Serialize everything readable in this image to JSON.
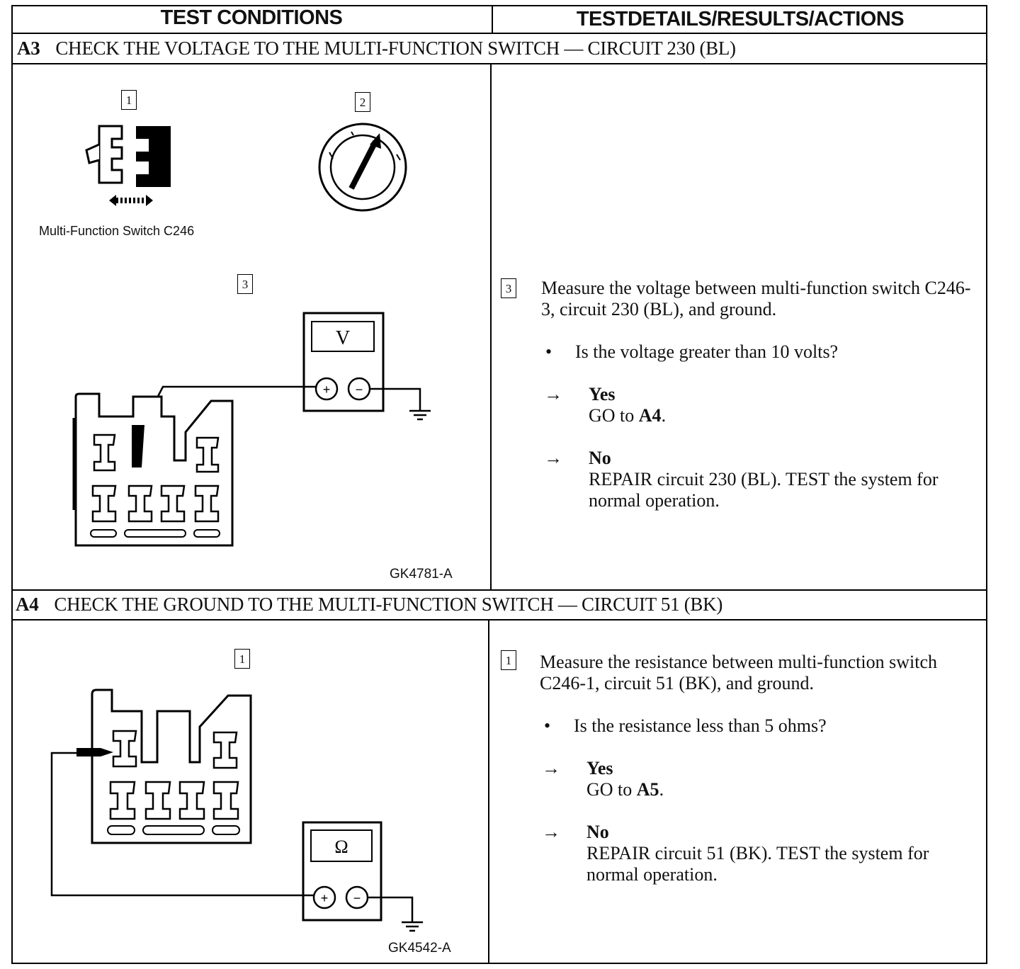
{
  "headers": {
    "left": "TEST CONDITIONS",
    "right": "TESTDETAILS/RESULTS/ACTIONS"
  },
  "steps": [
    {
      "id": "A3",
      "title": "CHECK THE VOLTAGE TO THE MULTI-FUNCTION SWITCH — CIRCUIT 230 (BL)",
      "figure_labels": [
        "1",
        "2",
        "3"
      ],
      "connector_caption": "Multi-Function Switch C246",
      "meter_symbol": "V",
      "figure_id": "GK4781-A",
      "detail": {
        "num": "3",
        "instruction": "Measure the voltage between multi-function switch C246-3, circuit 230 (BL), and ground.",
        "question": "Is the voltage greater than 10 volts?",
        "yes_label": "Yes",
        "yes_action": "GO to ",
        "yes_target": "A4",
        "no_label": "No",
        "no_action": "REPAIR circuit 230 (BL). TEST the system for normal operation."
      }
    },
    {
      "id": "A4",
      "title": "CHECK THE GROUND TO THE MULTI-FUNCTION SWITCH — CIRCUIT 51 (BK)",
      "figure_labels": [
        "1"
      ],
      "meter_symbol": "Ω",
      "figure_id": "GK4542-A",
      "detail": {
        "num": "1",
        "instruction": "Measure the resistance between multi-function switch C246-1, circuit 51 (BK), and ground.",
        "question": "Is the resistance less than 5 ohms?",
        "yes_label": "Yes",
        "yes_action": "GO to ",
        "yes_target": "A5",
        "no_label": "No",
        "no_action": "REPAIR circuit 51 (BK). TEST the system for normal operation."
      }
    }
  ],
  "symbols": {
    "arrow": "→",
    "bullet": "•",
    "plus": "+",
    "minus": "−",
    "period": "."
  }
}
